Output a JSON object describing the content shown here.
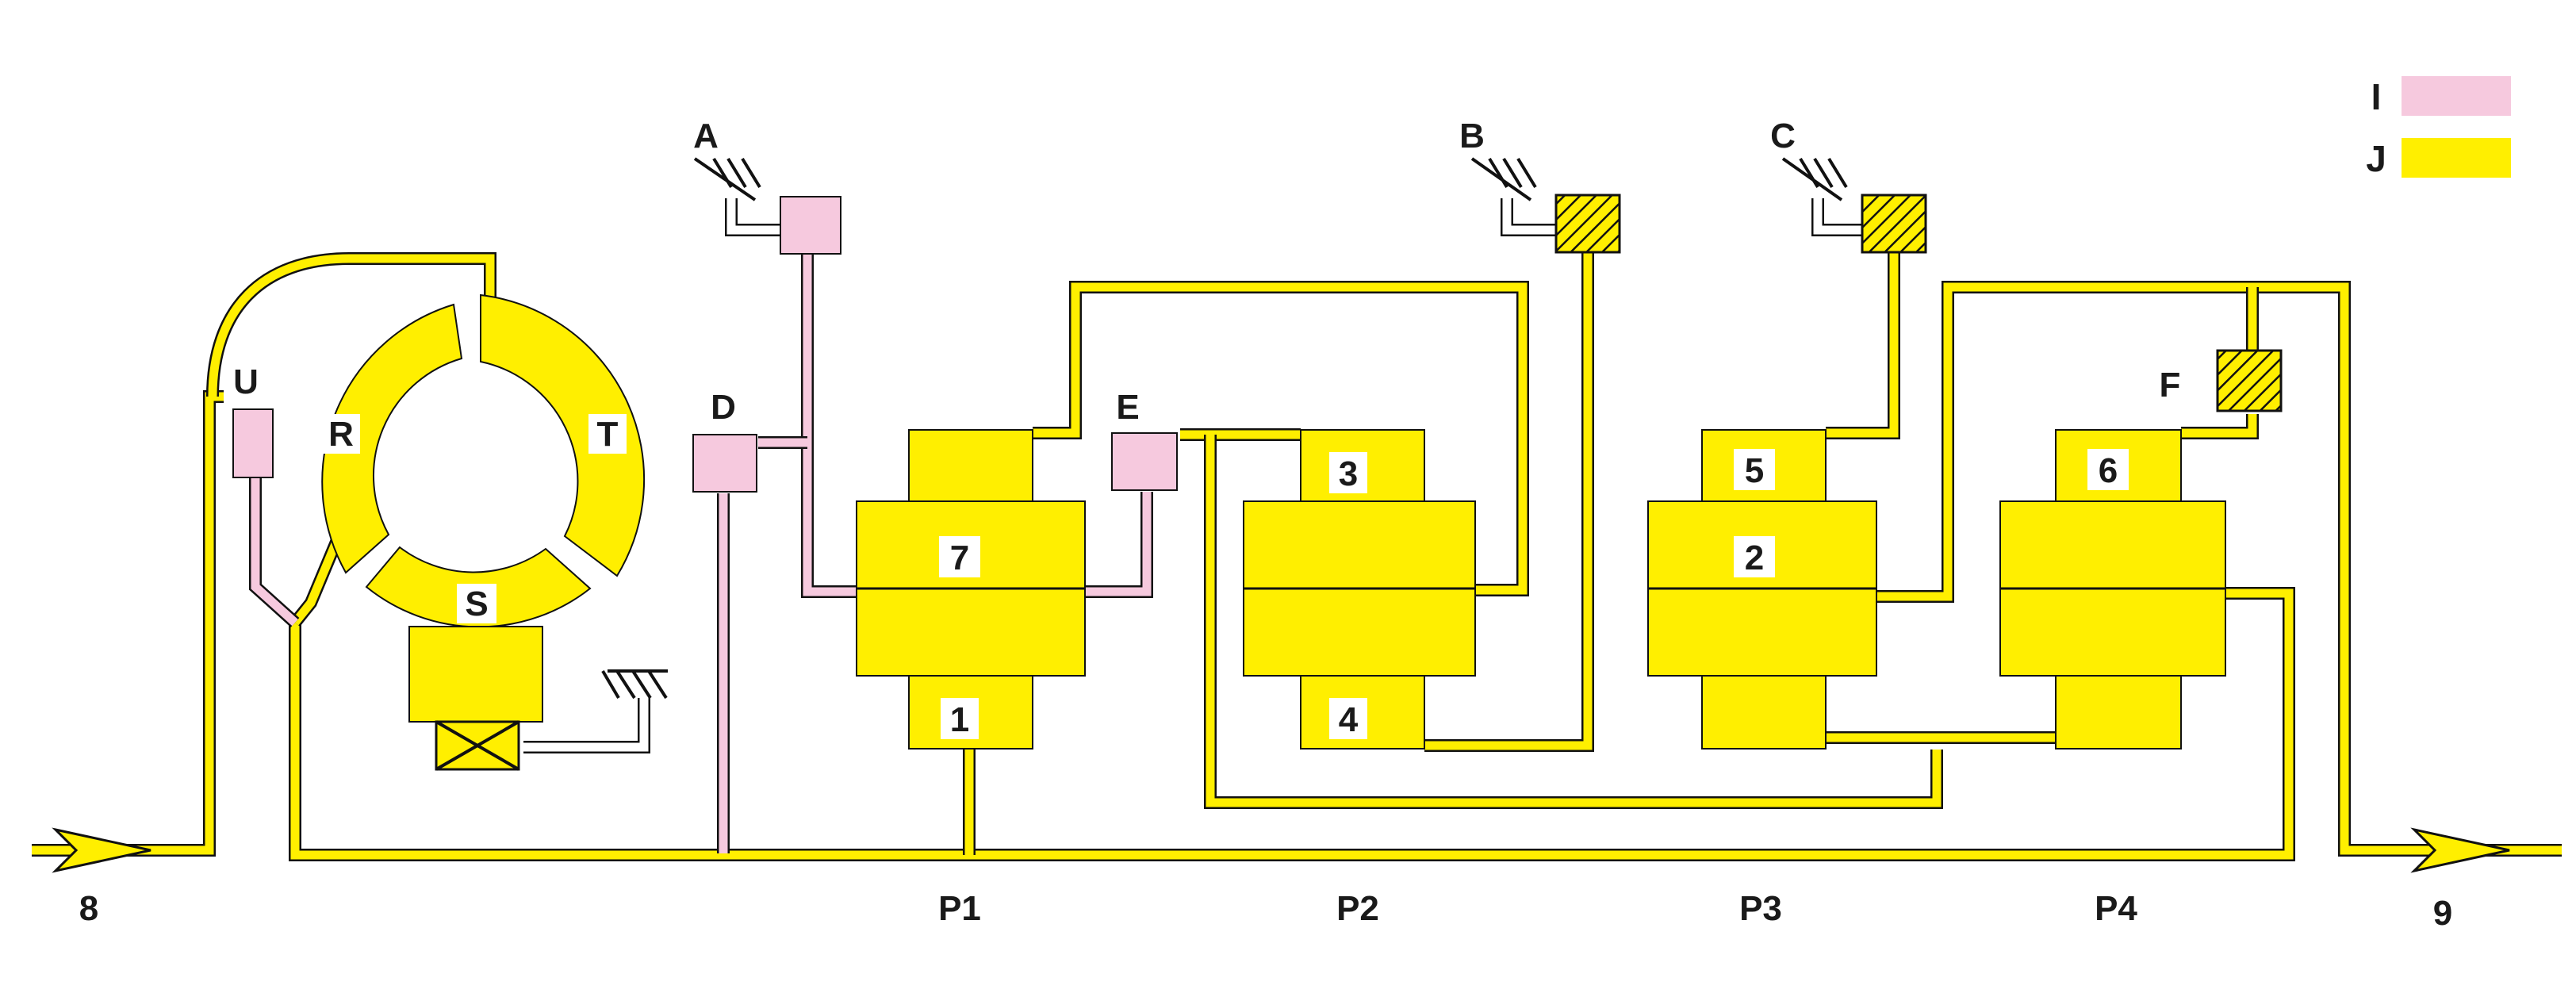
{
  "legend": [
    {
      "id": "I",
      "label": "I",
      "color": "#f6c9de"
    },
    {
      "id": "J",
      "label": "J",
      "color": "#ffef00"
    }
  ],
  "pump_segments": {
    "R": "R",
    "T": "T",
    "S": "S"
  },
  "valves": {
    "U": "U",
    "A": "A",
    "B": "B",
    "C": "C",
    "D": "D",
    "E": "E",
    "F": "F"
  },
  "chambers": [
    "1",
    "2",
    "3",
    "4",
    "5",
    "6",
    "7"
  ],
  "ports": {
    "inlet": "8",
    "outlet": "9"
  },
  "pistons": [
    "P1",
    "P2",
    "P3",
    "P4"
  ],
  "colors": {
    "yellow": "#ffef00",
    "pink": "#f6c9de",
    "outline": "#111111"
  }
}
